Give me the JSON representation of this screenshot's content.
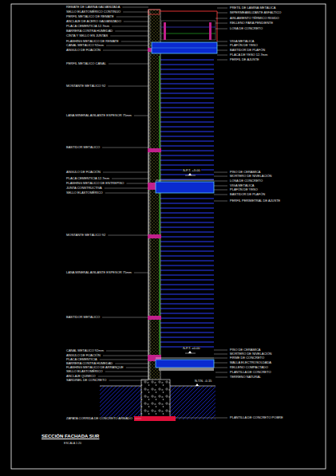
{
  "diagram": {
    "title": "SECCIÓN FACHADA SUR",
    "caption": "ESCALA 1:20",
    "labels": [
      "REMATE DE LÁMINA GALVANIZADA",
      "SELLO ELASTOMÉRICO CONTINUO",
      "PERFIL METÁLICO DE REMATE",
      "ANCLAJE DE ACERO GALVANIZADO",
      "PLACA CEMENTICIA 12.7mm",
      "BARRERA CONTRA HUMEDAD",
      "CINTA Y SELLO EN JUNTAS",
      "FLASHING METÁLICO DE REMATE",
      "CANAL METÁLICO 92mm",
      "ÁNGULO DE FIJACIÓN",
      "PERFIL METÁLICO CANAL",
      "MONTANTE METÁLICO 92",
      "LANA MINERAL AISLANTE ESPESOR 75mm",
      "BASTIDOR METÁLICO",
      "ÁNGULO DE FIJACIÓN",
      "PLACA CEMENTICIA 12.7mm",
      "FLASHING METÁLICO DE ENTREPISO",
      "JUNTA CONSTRUCTIVA",
      "SELLO ELASTOMÉRICO",
      "MONTANTE METÁLICO 92",
      "LANA MINERAL AISLANTE ESPESOR 75mm",
      "BASTIDOR METÁLICO",
      "CANAL METÁLICO 92mm",
      "ÁNGULO DE FIJACIÓN",
      "PLACA CEMENTICIA",
      "BARRERA CONTRA HUMEDAD",
      "FLASHING METÁLICO DE ARRANQUE",
      "SELLO ELASTOMÉRICO",
      "ANCLAJE QUÍMICO",
      "SARDINEL DE CONCRETO",
      "ZAPATA CORRIDA DE CONCRETO ARMADO",
      "PRETIL DE LÁMINA METÁLICA",
      "IMPERMEABILIZANTE ASFÁLTICO",
      "AISLAMIENTO TÉRMICO RÍGIDO",
      "RELLENO PARA PENDIENTE",
      "LOSA DE CONCRETO",
      "VIGA METÁLICA",
      "PLAFÓN DE YESO",
      "BASTIDOR DE PLAFÓN",
      "PLACA DE YESO 12.7mm",
      "PERFIL DE AJUSTE",
      "PISO DE CERÁMICA",
      "MORTERO DE NIVELACIÓN",
      "LOSA DE CONCRETO",
      "VIGA METÁLICA",
      "PLAFÓN DE YESO",
      "BASTIDOR DE PLAFÓN",
      "PERFIL PERIMETRAL DE AJUSTE",
      "PISO DE CERÁMICA",
      "MORTERO DE NIVELACIÓN",
      "FIRME DE CONCRETO",
      "MALLA ELECTROSOLDADA",
      "RELLENO COMPACTADO",
      "PLANTILLA DE CONCRETO",
      "TERRENO NATURAL",
      "PLANTILLA DE CONCRETO POBRE",
      "N.P.T. +3.00",
      "N.P.T. ±0.00",
      "N.T.N. -0.15"
    ]
  }
}
